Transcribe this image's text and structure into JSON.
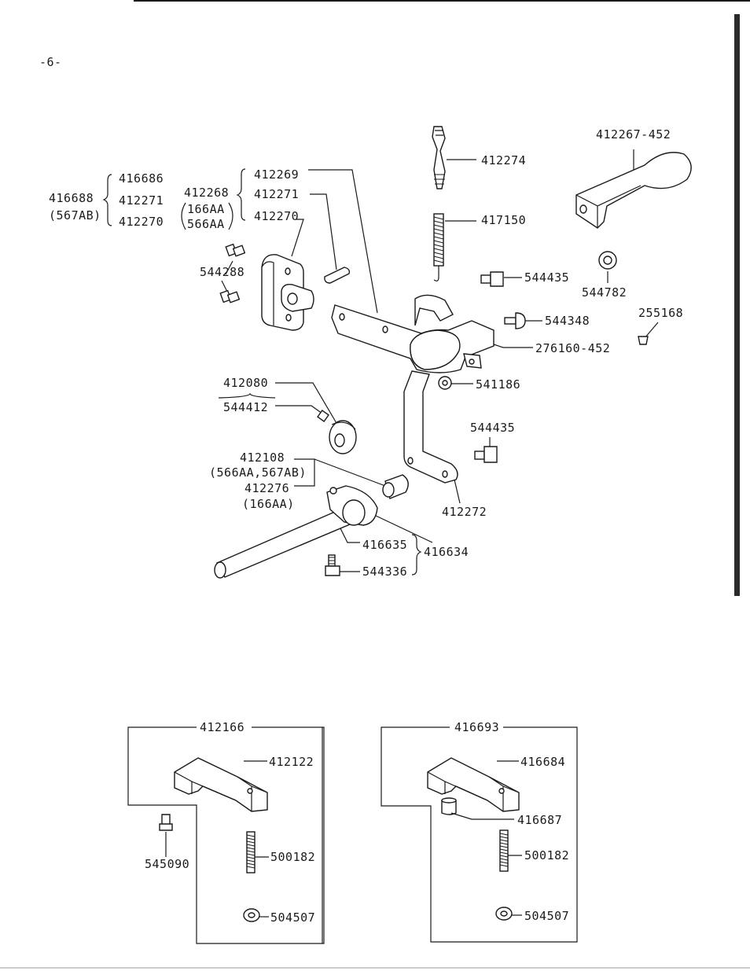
{
  "page_number": "-6-",
  "labels": {
    "p416686": "416686",
    "p416688": "416688",
    "p567ab": "(567AB)",
    "p412271a": "412271",
    "p412270a": "412270",
    "p412268": "412268",
    "p166aa": "166AA",
    "p566aa": "566AA",
    "p412269": "412269",
    "p412271b": "412271",
    "p412270b": "412270",
    "p544288": "544288",
    "p412274": "412274",
    "p417150": "417150",
    "p412267": "412267-452",
    "p544435a": "544435",
    "p544782": "544782",
    "p544348": "544348",
    "p255168": "255168",
    "p276160": "276160-452",
    "p541186": "541186",
    "p412080": "412080",
    "p544412": "544412",
    "p544435b": "544435",
    "p412108": "412108",
    "p566aa567ab": "(566AA,567AB)",
    "p412276": "412276",
    "p166aa2": "(166AA)",
    "p412272": "412272",
    "p416635": "416635",
    "p416634": "416634",
    "p544336": "544336",
    "p412166": "412166",
    "p412122": "412122",
    "p545090": "545090",
    "p500182a": "500182",
    "p504507a": "504507",
    "p416693": "416693",
    "p416684": "416684",
    "p416687": "416687",
    "p500182b": "500182",
    "p504507b": "504507"
  }
}
